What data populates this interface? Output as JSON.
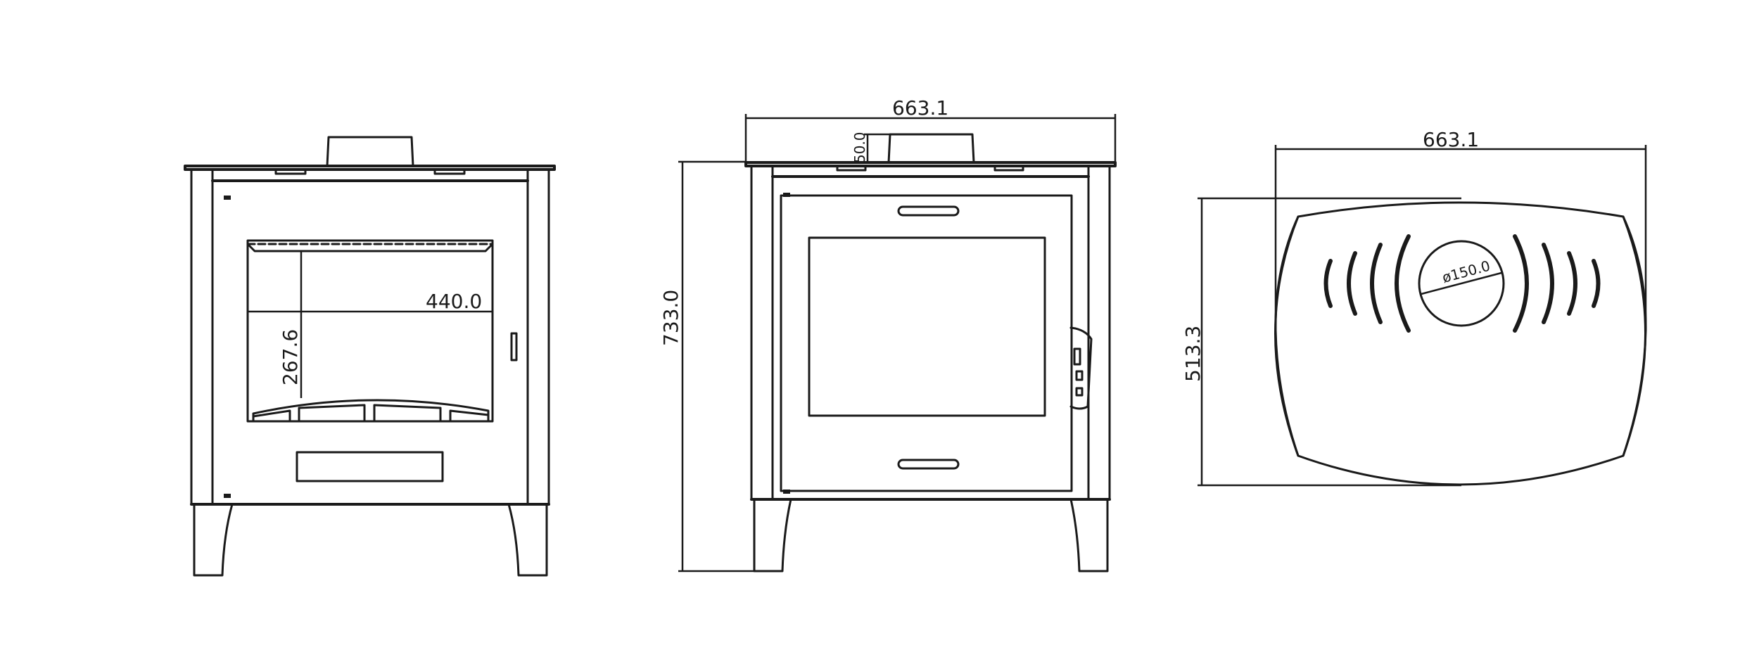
{
  "dimensions": {
    "front_glass_width": "440.0",
    "front_glass_height": "267.6",
    "side_width": "663.1",
    "side_flue_offset": "50.0",
    "side_height": "733.0",
    "top_width": "663.1",
    "top_depth": "513.3",
    "flue_diameter": "ø150.0"
  },
  "colors": {
    "line": "#1a1a1a",
    "background": "#ffffff"
  }
}
